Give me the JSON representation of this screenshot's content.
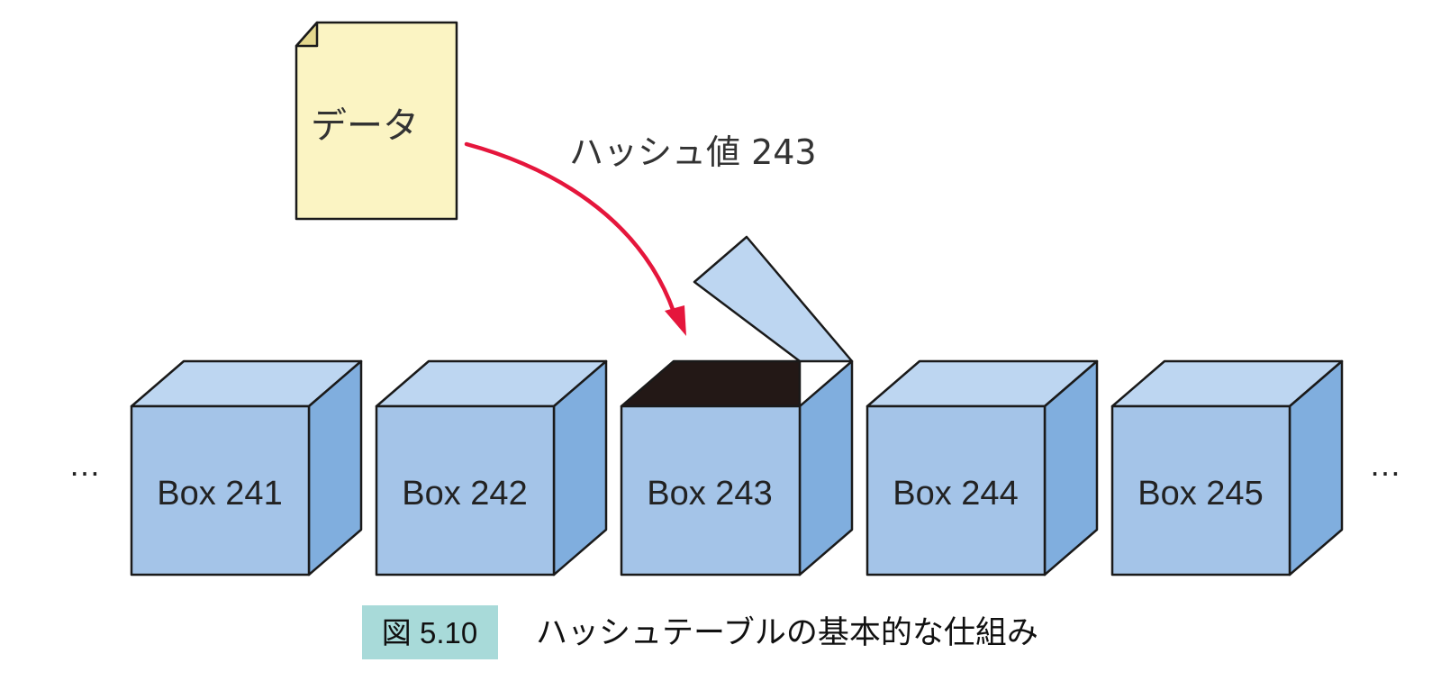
{
  "document": {
    "label": "データ"
  },
  "hash": {
    "label": "ハッシュ値 243"
  },
  "boxes": [
    {
      "label": "Box 241",
      "open": false
    },
    {
      "label": "Box 242",
      "open": false
    },
    {
      "label": "Box 243",
      "open": true
    },
    {
      "label": "Box 244",
      "open": false
    },
    {
      "label": "Box 245",
      "open": false
    }
  ],
  "ellipsis": {
    "left": "…",
    "right": "…"
  },
  "caption": {
    "number": "図 5.10",
    "title": "ハッシュテーブルの基本的な仕組み"
  },
  "colors": {
    "box_front": "#a4c4e8",
    "box_top": "#bdd6f1",
    "box_side": "#80aede",
    "box_interior": "#231816",
    "document_fill": "#fbf4c3",
    "arrow": "#e5163c",
    "caption_badge": "#a8dad9"
  }
}
